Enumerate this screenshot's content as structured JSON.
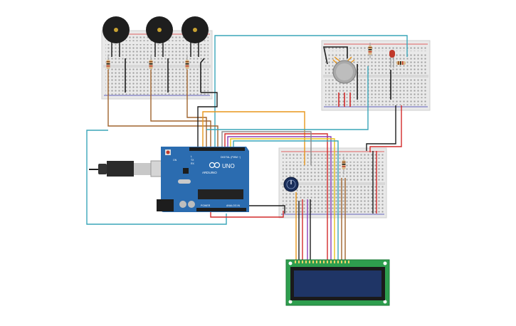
{
  "arduino": {
    "brand": "ARDUINO",
    "model": "UNO",
    "digital_label": "DIGITAL (PWM ~)",
    "analog_label": "ANALOG IN",
    "power_label": "POWER",
    "on_label": "ON",
    "tx_label": "TX",
    "rx_label": "RX",
    "l_label": "L"
  },
  "colors": {
    "board": "#2b6cb0",
    "breadboard": "#e9e9e9",
    "wire_orange": "#e8961b",
    "wire_teal": "#3aa6b9",
    "wire_brown": "#a0642d",
    "wire_red": "#d22b2b",
    "wire_black": "#1d1d1d",
    "wire_yellow": "#e6c31c",
    "wire_purple": "#8a3fb8",
    "lcd_pcb": "#2e9e4e",
    "lcd_screen": "#1f3566"
  },
  "components": {
    "buzzers": 3,
    "gas_sensor": 1,
    "led": 1,
    "potentiometer": 1,
    "lcd": "16x2"
  }
}
